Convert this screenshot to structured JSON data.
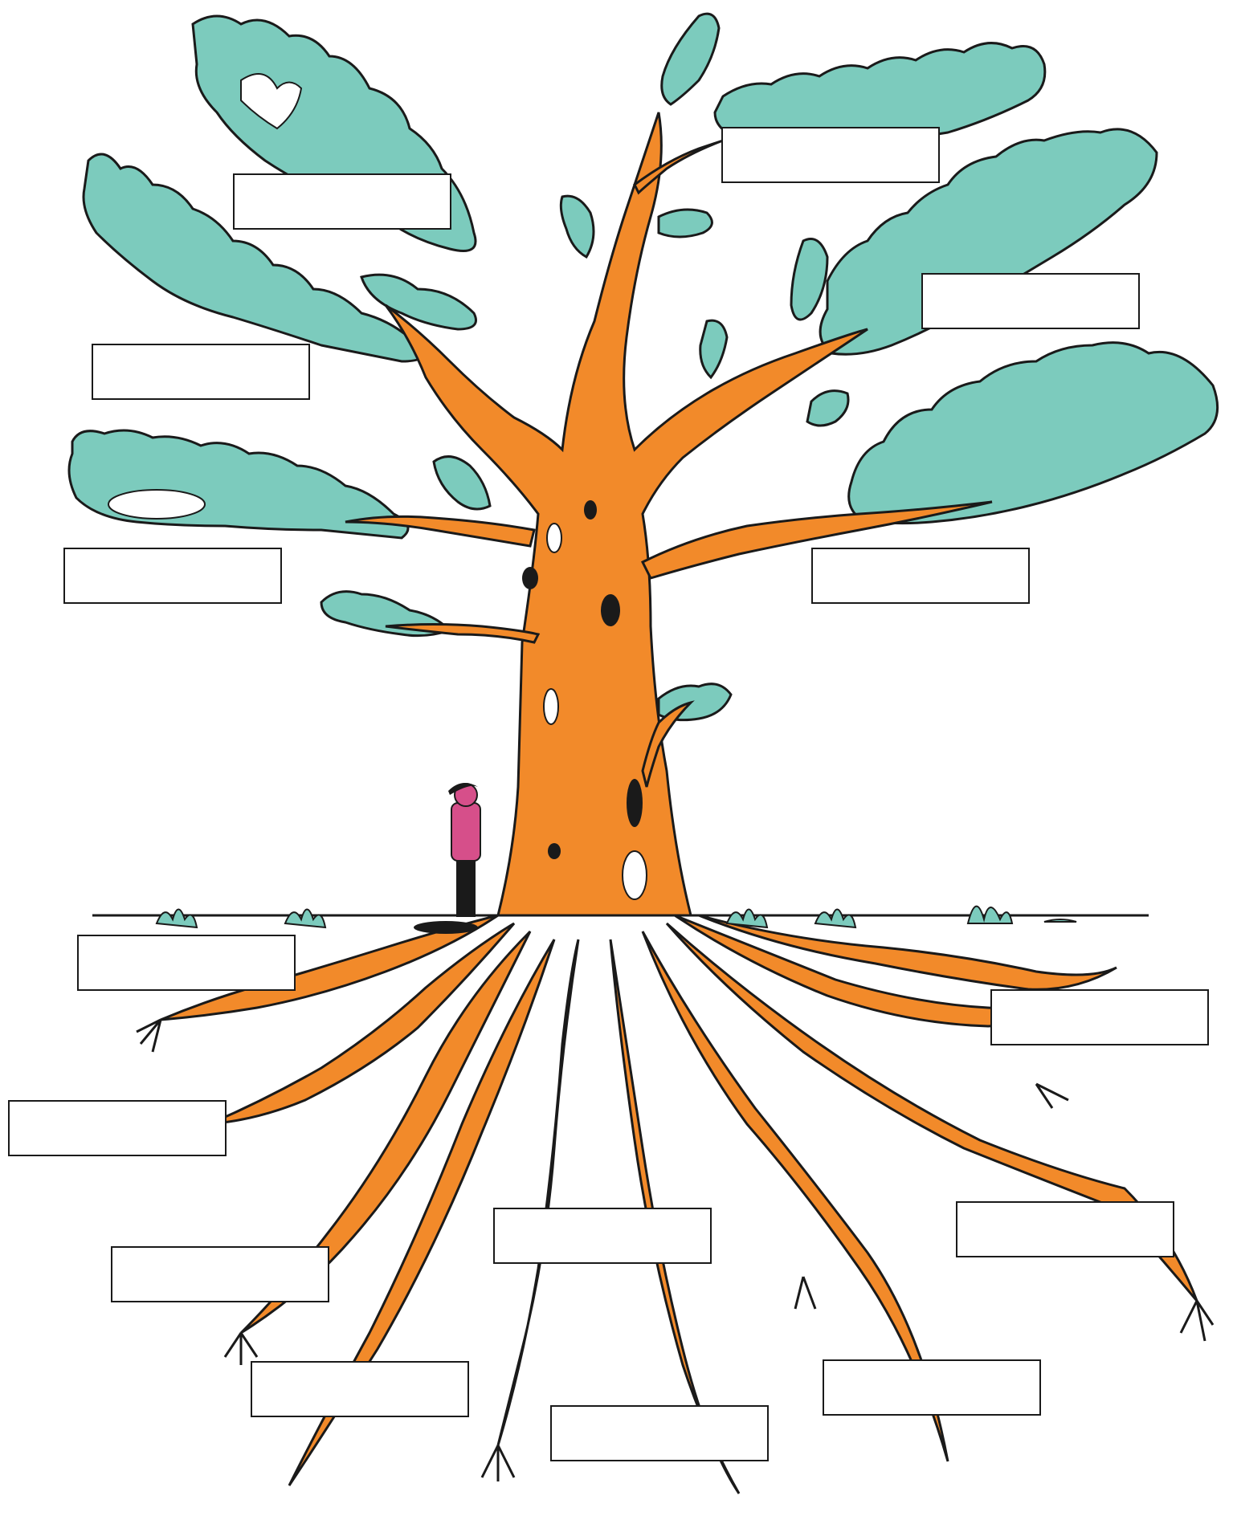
{
  "colors": {
    "foliage": "#7ccbbd",
    "foliage_shadow": "#4fa89a",
    "trunk": "#f28a2a",
    "trunk_shade": "#e8501c",
    "outline": "#1a1a1a",
    "ground_line": "#1a1a1a",
    "grass": "#7ccbbd",
    "shirt": "#d64f8a",
    "background": "#ffffff"
  },
  "icons": {
    "person": "person-icon",
    "grass": "grass-tuft-icon"
  },
  "branch_labels": [
    {
      "id": "branch-label-1",
      "value": ""
    },
    {
      "id": "branch-label-2",
      "value": ""
    },
    {
      "id": "branch-label-3",
      "value": ""
    },
    {
      "id": "branch-label-4",
      "value": ""
    },
    {
      "id": "branch-label-5",
      "value": ""
    },
    {
      "id": "branch-label-6",
      "value": ""
    }
  ],
  "root_labels": [
    {
      "id": "root-label-1",
      "value": ""
    },
    {
      "id": "root-label-2",
      "value": ""
    },
    {
      "id": "root-label-3",
      "value": ""
    },
    {
      "id": "root-label-4",
      "value": ""
    },
    {
      "id": "root-label-5",
      "value": ""
    },
    {
      "id": "root-label-6",
      "value": ""
    },
    {
      "id": "root-label-7",
      "value": ""
    },
    {
      "id": "root-label-8",
      "value": ""
    },
    {
      "id": "root-label-9",
      "value": ""
    }
  ]
}
